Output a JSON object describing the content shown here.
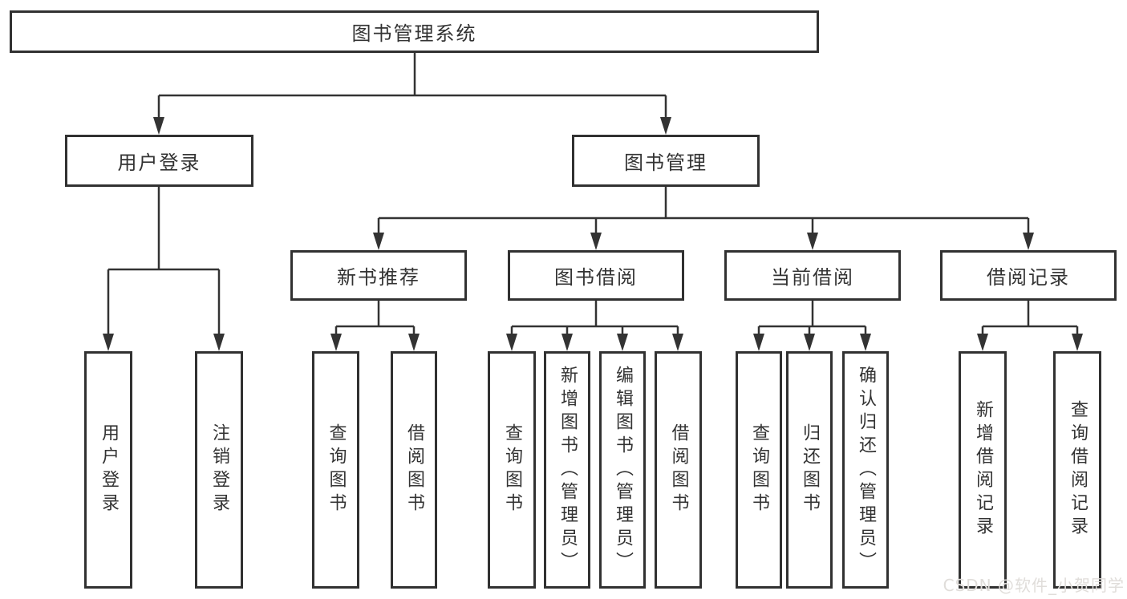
{
  "diagram": {
    "title": "图书管理系统",
    "colors": {
      "line": "#333333",
      "box_border": "#313131",
      "text": "#333333",
      "background": "#ffffff",
      "watermark": "#e0ddda"
    },
    "nodes": {
      "root": "图书管理系统",
      "level2": [
        "用户登录",
        "图书管理"
      ],
      "level3": [
        "新书推荐",
        "图书借阅",
        "当前借阅",
        "借阅记录"
      ],
      "leaves": {
        "user_login": [
          "用户登录",
          "注销登录"
        ],
        "new_book_recommend": [
          "查询图书",
          "借阅图书"
        ],
        "book_borrow": [
          "查询图书",
          "新增图书（管理员）",
          "编辑图书（管理员）",
          "借阅图书"
        ],
        "current_borrow": [
          "查询图书",
          "归还图书",
          "确认归还（管理员）"
        ],
        "borrow_record": [
          "新增借阅记录",
          "查询借阅记录"
        ]
      }
    },
    "watermark": "CSDN @软件_小贺同学"
  }
}
